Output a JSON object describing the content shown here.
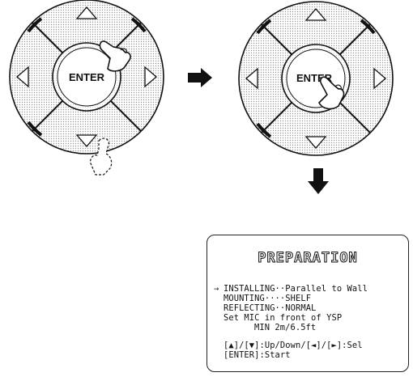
{
  "remote_left": {
    "center_label": "ENTER"
  },
  "remote_right": {
    "center_label": "ENTER"
  },
  "osd": {
    "title": "PREPARATION",
    "cursor": "→",
    "lines": [
      "INSTALLING··Parallel to Wall",
      "MOUNTING····SHELF",
      "REFLECTING··NORMAL",
      "Set MIC in front of YSP",
      "MIN 2m/6.5ft",
      "[▲]/[▼]:Up/Down/[◄]/[►]:Sel",
      "[ENTER]:Start"
    ]
  }
}
